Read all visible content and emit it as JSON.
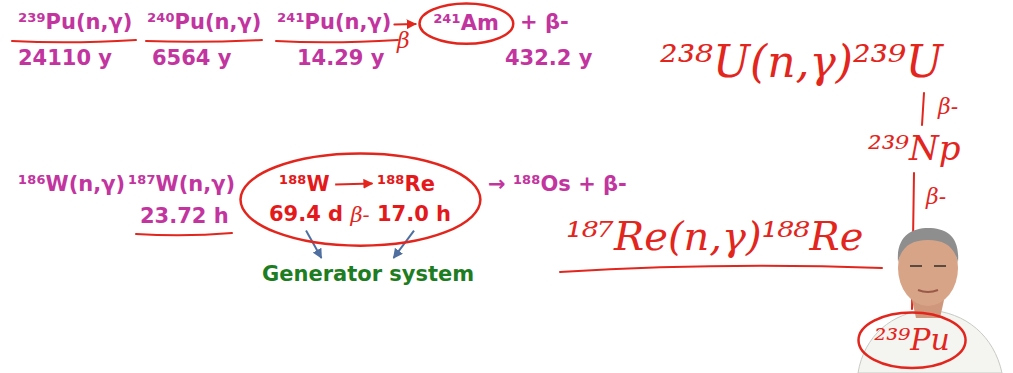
{
  "diagram": {
    "nodes": [
      {
        "text": [
          "²⁴¹Am"
        ]
      },
      {
        "text": [
          "¹⁸⁸W",
          "69.4 d",
          "¹⁸⁸Re",
          "17.0 h"
        ]
      },
      {
        "text": [
          "²³⁹Pu"
        ]
      }
    ],
    "labels": [
      "²³⁹Pu(n,γ)",
      "²⁴⁰Pu(n,γ)",
      "²⁴¹Pu(n,γ)",
      "+ β-",
      "24110 y",
      "6564 y",
      "14.29 y",
      "432.2 y",
      "¹⁸⁶W(n,γ)",
      "¹⁸⁷W(n,γ)",
      "→ ¹⁸⁸Os + β-",
      "23.72 h",
      "Generator system",
      "β",
      "β-",
      "²³⁸U(n,γ)²³⁹U",
      "β-",
      "²³⁹Np",
      "β-",
      "¹⁸⁷Re(n,γ)¹⁸⁸Re"
    ]
  }
}
